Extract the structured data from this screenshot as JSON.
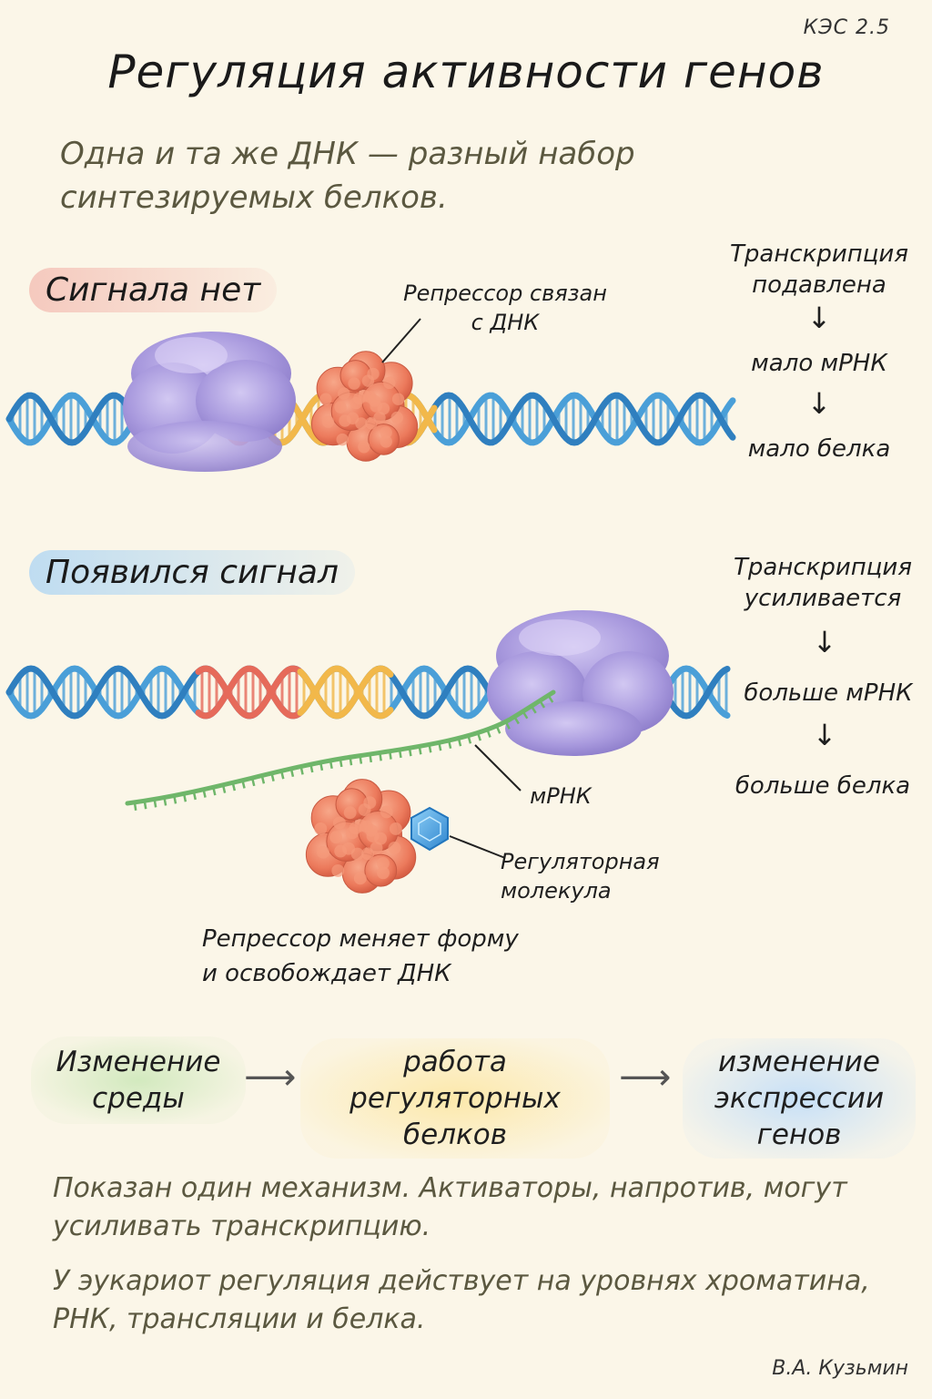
{
  "code": "КЭС 2.5",
  "title": "Регуляция активности генов",
  "subtitle": "Одна и та же ДНК — разный набор синтезируемых белков.",
  "no_signal": {
    "label": "Сигнала нет",
    "repressor_note": "Репрессор связан\nс ДНК",
    "flow": [
      "Транскрипция\nподавлена",
      "мало мРНК",
      "мало белка"
    ]
  },
  "signal": {
    "label": "Появился сигнал",
    "mrna_label": "мРНК",
    "reg_molecule_label": "Регуляторная\nмолекула",
    "repressor_note": "Репрессор меняет форму\nи освобождает ДНК",
    "flow": [
      "Транскрипция\nусиливается",
      "больше мРНК",
      "больше белка"
    ]
  },
  "chain": [
    "Изменение\nсреды",
    "работа\nрегуляторных белков",
    "изменение\nэкспрессии генов"
  ],
  "footer": [
    "Показан один механизм. Активаторы, напротив, могут усиливать транскрипцию.",
    "У эукариот регуляция действует на уровнях хроматина, РНК, трансляции и белка."
  ],
  "author": "В.А. Кузьмин",
  "colors": {
    "dna_blue": "#4a9fd8",
    "promoter_red": "#e66a5a",
    "operator_yellow": "#f2b84a",
    "polymerase_purple": "#a79ad8",
    "repressor_orange": "#ec7a5c",
    "mrna_green": "#6fb66a",
    "molecule_blue": "#3e9de0"
  }
}
